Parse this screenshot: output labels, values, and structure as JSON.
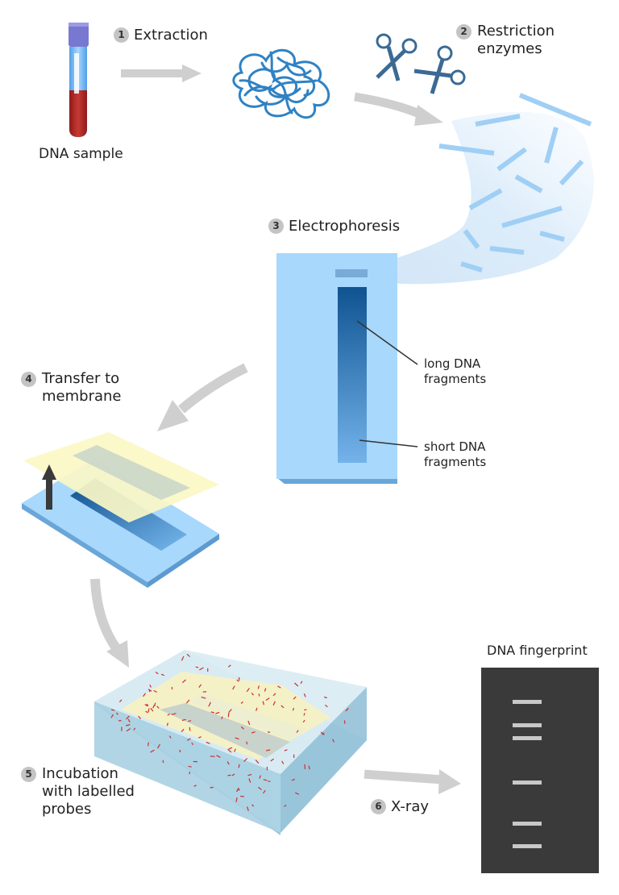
{
  "steps": [
    {
      "num": "1",
      "label": "Extraction"
    },
    {
      "num": "2",
      "label": "Restriction\nenzymes"
    },
    {
      "num": "3",
      "label": "Electrophoresis"
    },
    {
      "num": "4",
      "label": "Transfer to\nmembrane"
    },
    {
      "num": "5",
      "label": "Incubation\nwith labelled\nprobes"
    },
    {
      "num": "6",
      "label": "X-ray"
    }
  ],
  "labels": {
    "dna_sample": "DNA sample",
    "long_fragments": "long DNA\nfragments",
    "short_fragments": "short DNA\nfragments",
    "fingerprint_title": "DNA fingerprint"
  },
  "colors": {
    "arrow": "#cfcfcf",
    "gel": "#a8d8fb",
    "gel_dark": "#1a5e98",
    "membrane": "#fbf7c6",
    "probe": "#cc2f2f",
    "xray": "#3a3a3a",
    "band": "#c8c8c8",
    "tube_cap": "#7f7fd6",
    "blood": "#b22a26"
  },
  "icons": [
    "test-tube-icon",
    "dna-coil-icon",
    "scissors-icon",
    "arrow-icon"
  ]
}
